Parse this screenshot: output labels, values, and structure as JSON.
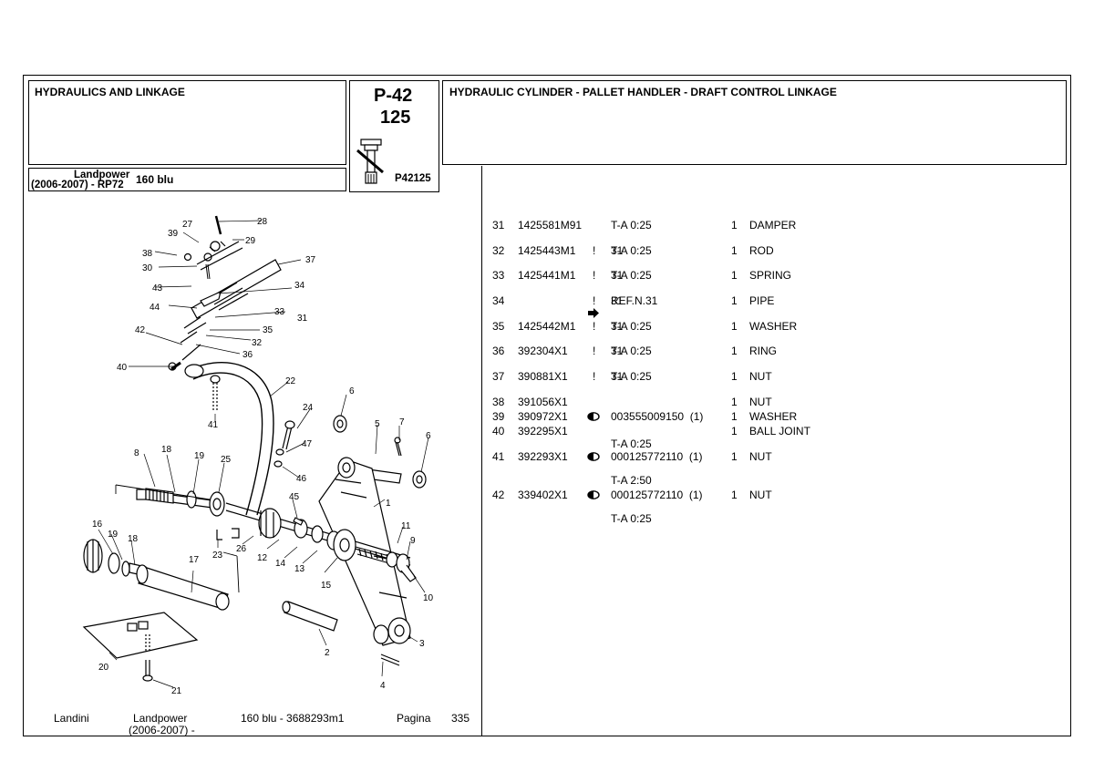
{
  "header": {
    "section_title": "HYDRAULICS AND LINKAGE",
    "page_code": "P-42",
    "page_number": "125",
    "image_code": "P42125",
    "group_title": "HYDRAULIC CYLINDER - PALLET HANDLER - DRAFT CONTROL LINKAGE",
    "model_line1": "Landpower",
    "model_line2": "(2006-2007) - RP72",
    "model_variant": "160 blu"
  },
  "parts": [
    {
      "pos": "31",
      "code": "1425581M91",
      "mark": "",
      "ref": "",
      "qty": "1",
      "desc": "DAMPER",
      "sub": "T-A 0:25"
    },
    {
      "pos": "32",
      "code": "1425443M1",
      "mark": "!",
      "ref": "31",
      "qty": "1",
      "desc": "ROD",
      "sub": "T-A 0:25"
    },
    {
      "pos": "33",
      "code": "1425441M1",
      "mark": "!",
      "ref": "31",
      "qty": "1",
      "desc": "SPRING",
      "sub": "T-A 0:25"
    },
    {
      "pos": "34",
      "code": "",
      "mark": "!",
      "ref": "31",
      "qty": "1",
      "desc": "PIPE",
      "sub": "REF.N.31",
      "sub_icon": "arrow-icon"
    },
    {
      "pos": "35",
      "code": "1425442M1",
      "mark": "!",
      "ref": "31",
      "qty": "1",
      "desc": "WASHER",
      "sub": "T-A 0:25"
    },
    {
      "pos": "36",
      "code": "392304X1",
      "mark": "!",
      "ref": "31",
      "qty": "1",
      "desc": "RING",
      "sub": "T-A 0:25"
    },
    {
      "pos": "37",
      "code": "390881X1",
      "mark": "!",
      "ref": "31",
      "qty": "1",
      "desc": "NUT",
      "sub": "T-A 0:25"
    },
    {
      "pos": "38",
      "code": "391056X1",
      "mark": "",
      "ref": "",
      "qty": "1",
      "desc": "NUT",
      "sub": ""
    },
    {
      "pos": "39",
      "code": "390972X1",
      "mark": "half-circle-icon",
      "ref": "003555009150  (1)",
      "qty": "1",
      "desc": "WASHER",
      "sub": ""
    },
    {
      "pos": "40",
      "code": "392295X1",
      "mark": "",
      "ref": "",
      "qty": "1",
      "desc": "BALL JOINT",
      "sub": "T-A 0:25"
    },
    {
      "pos": "41",
      "code": "392293X1",
      "mark": "half-circle-icon",
      "ref": "000125772110  (1)",
      "qty": "1",
      "desc": "NUT",
      "sub": "T-A 2:50"
    },
    {
      "pos": "42",
      "code": "339402X1",
      "mark": "half-circle-icon",
      "ref": "000125772110  (1)",
      "qty": "1",
      "desc": "NUT",
      "sub": "T-A 0:25"
    }
  ],
  "diagram": {
    "callouts": [
      "27",
      "28",
      "39",
      "29",
      "38",
      "37",
      "30",
      "34",
      "43",
      "44",
      "33",
      "31",
      "42",
      "35",
      "32",
      "36",
      "40",
      "22",
      "41",
      "24",
      "6",
      "5",
      "7",
      "6",
      "47",
      "8",
      "18",
      "19",
      "25",
      "46",
      "45",
      "1",
      "16",
      "19",
      "18",
      "23",
      "26",
      "12",
      "14",
      "13",
      "11",
      "9",
      "17",
      "15",
      "10",
      "2",
      "3",
      "20",
      "4",
      "21"
    ]
  },
  "footer": {
    "brand": "Landini",
    "model_line1": "Landpower",
    "model_line2": "(2006-2007) -",
    "catalog": "160 blu - 3688293m1",
    "page_label": "Pagina",
    "page_value": "335"
  }
}
